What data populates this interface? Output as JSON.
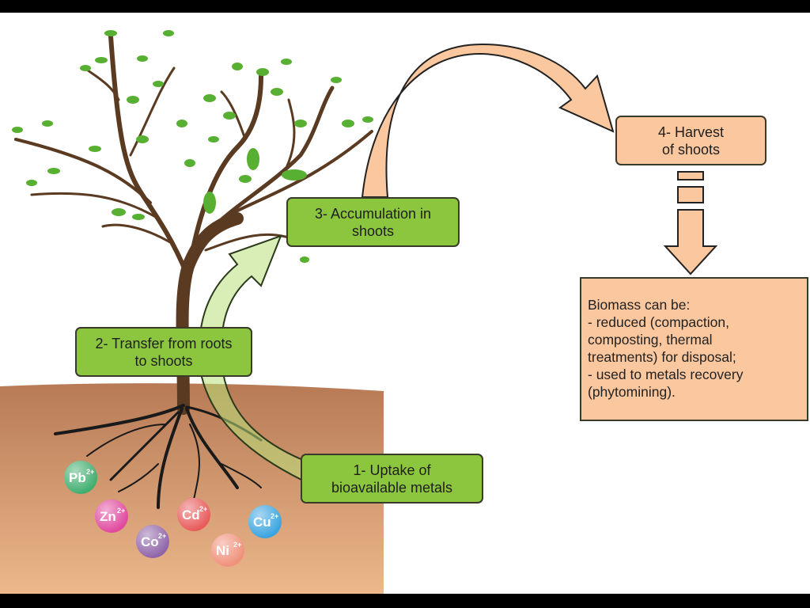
{
  "steps": {
    "step1": [
      "1- Uptake of",
      "bioavailable metals"
    ],
    "step2": [
      "2- Transfer from roots",
      "to shoots"
    ],
    "step3": [
      "3- Accumulation in",
      "shoots"
    ],
    "step4": [
      "4- Harvest",
      "of shoots"
    ]
  },
  "biomass": {
    "lines": [
      "Biomass can be:",
      "- reduced (compaction,",
      "composting, thermal",
      "treatments) for disposal;",
      "- used to metals recovery",
      "(phytomining)."
    ]
  },
  "ions": [
    {
      "symbol": "Pb",
      "charge": "2+",
      "color": "#3fae6e"
    },
    {
      "symbol": "Zn",
      "charge": "2+",
      "color": "#e0489e"
    },
    {
      "symbol": "Co",
      "charge": "2+",
      "color": "#8f64a8"
    },
    {
      "symbol": "Cd",
      "charge": "2+",
      "color": "#e85a5a"
    },
    {
      "symbol": "Ni",
      "charge": "2+",
      "color": "#f0907a"
    },
    {
      "symbol": "Cu",
      "charge": "2+",
      "color": "#3aa4e0"
    }
  ],
  "colors": {
    "green_box": "#8cc63f",
    "peach_box": "#fbc79e",
    "soil_top": "#b77a55",
    "soil_bottom": "#ecb88c",
    "trunk": "#5a3b22",
    "leaf": "#58b032"
  }
}
